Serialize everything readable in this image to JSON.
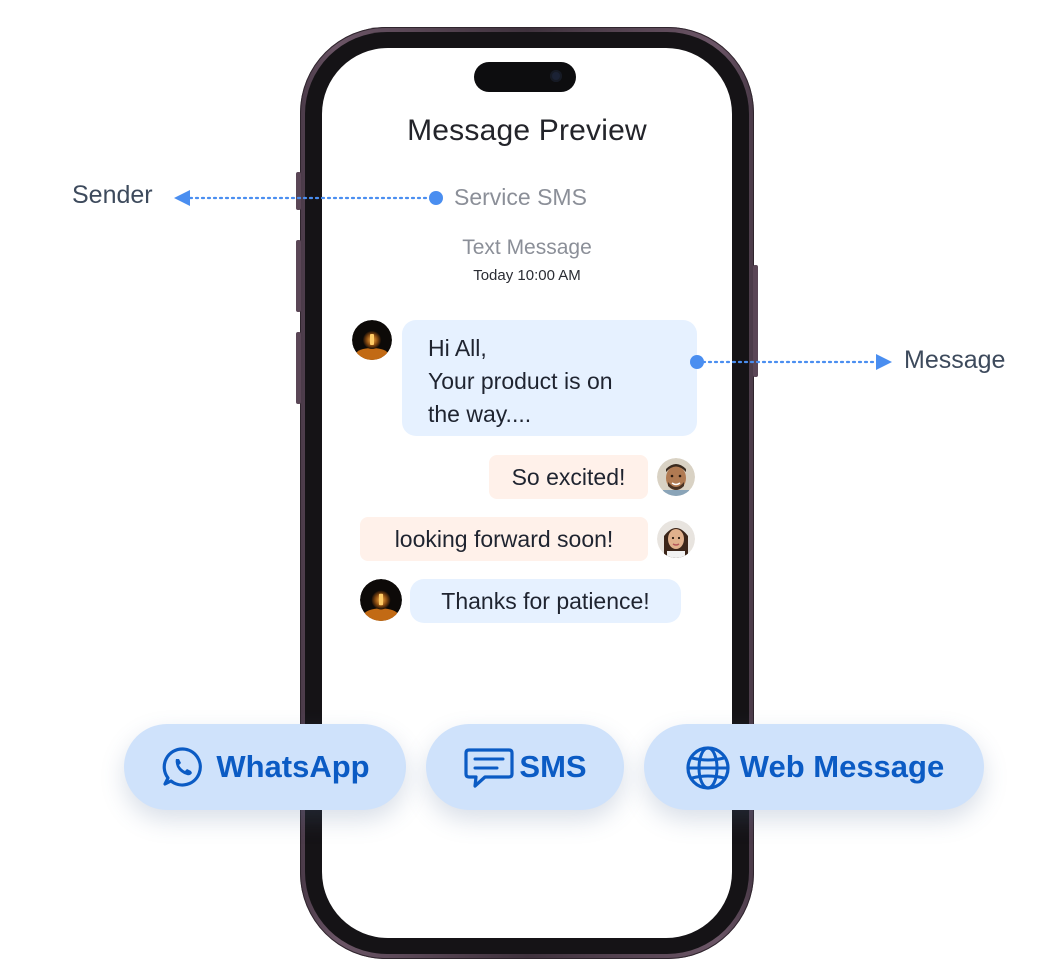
{
  "screen": {
    "title": "Message Preview",
    "sender_name": "Service SMS",
    "message_type": "Text Message",
    "timestamp": "Today 10:00 AM"
  },
  "messages": [
    {
      "direction": "incoming",
      "lines": [
        "Hi All,",
        "Your product is on",
        "the way...."
      ],
      "avatar": "lamp-logo-avatar"
    },
    {
      "direction": "outgoing",
      "text": "So excited!",
      "avatar": "man-avatar"
    },
    {
      "direction": "outgoing",
      "text": "looking forward soon!",
      "avatar": "woman-avatar"
    },
    {
      "direction": "incoming",
      "text": "Thanks for patience!",
      "avatar": "lamp-logo-avatar"
    }
  ],
  "annotations": {
    "sender_label": "Sender",
    "message_label": "Message"
  },
  "channels": [
    {
      "label": "WhatsApp",
      "icon": "whatsapp-icon"
    },
    {
      "label": "SMS",
      "icon": "sms-chat-icon"
    },
    {
      "label": "Web Message",
      "icon": "globe-icon"
    }
  ],
  "colors": {
    "accent": "#0b5bc4",
    "pill_bg": "#cfe2fb",
    "incoming_bubble": "#e6f1ff",
    "outgoing_bubble": "#fff1ea",
    "annotation_line": "#4a8ef0",
    "phone_frame": "#4a3a48"
  }
}
